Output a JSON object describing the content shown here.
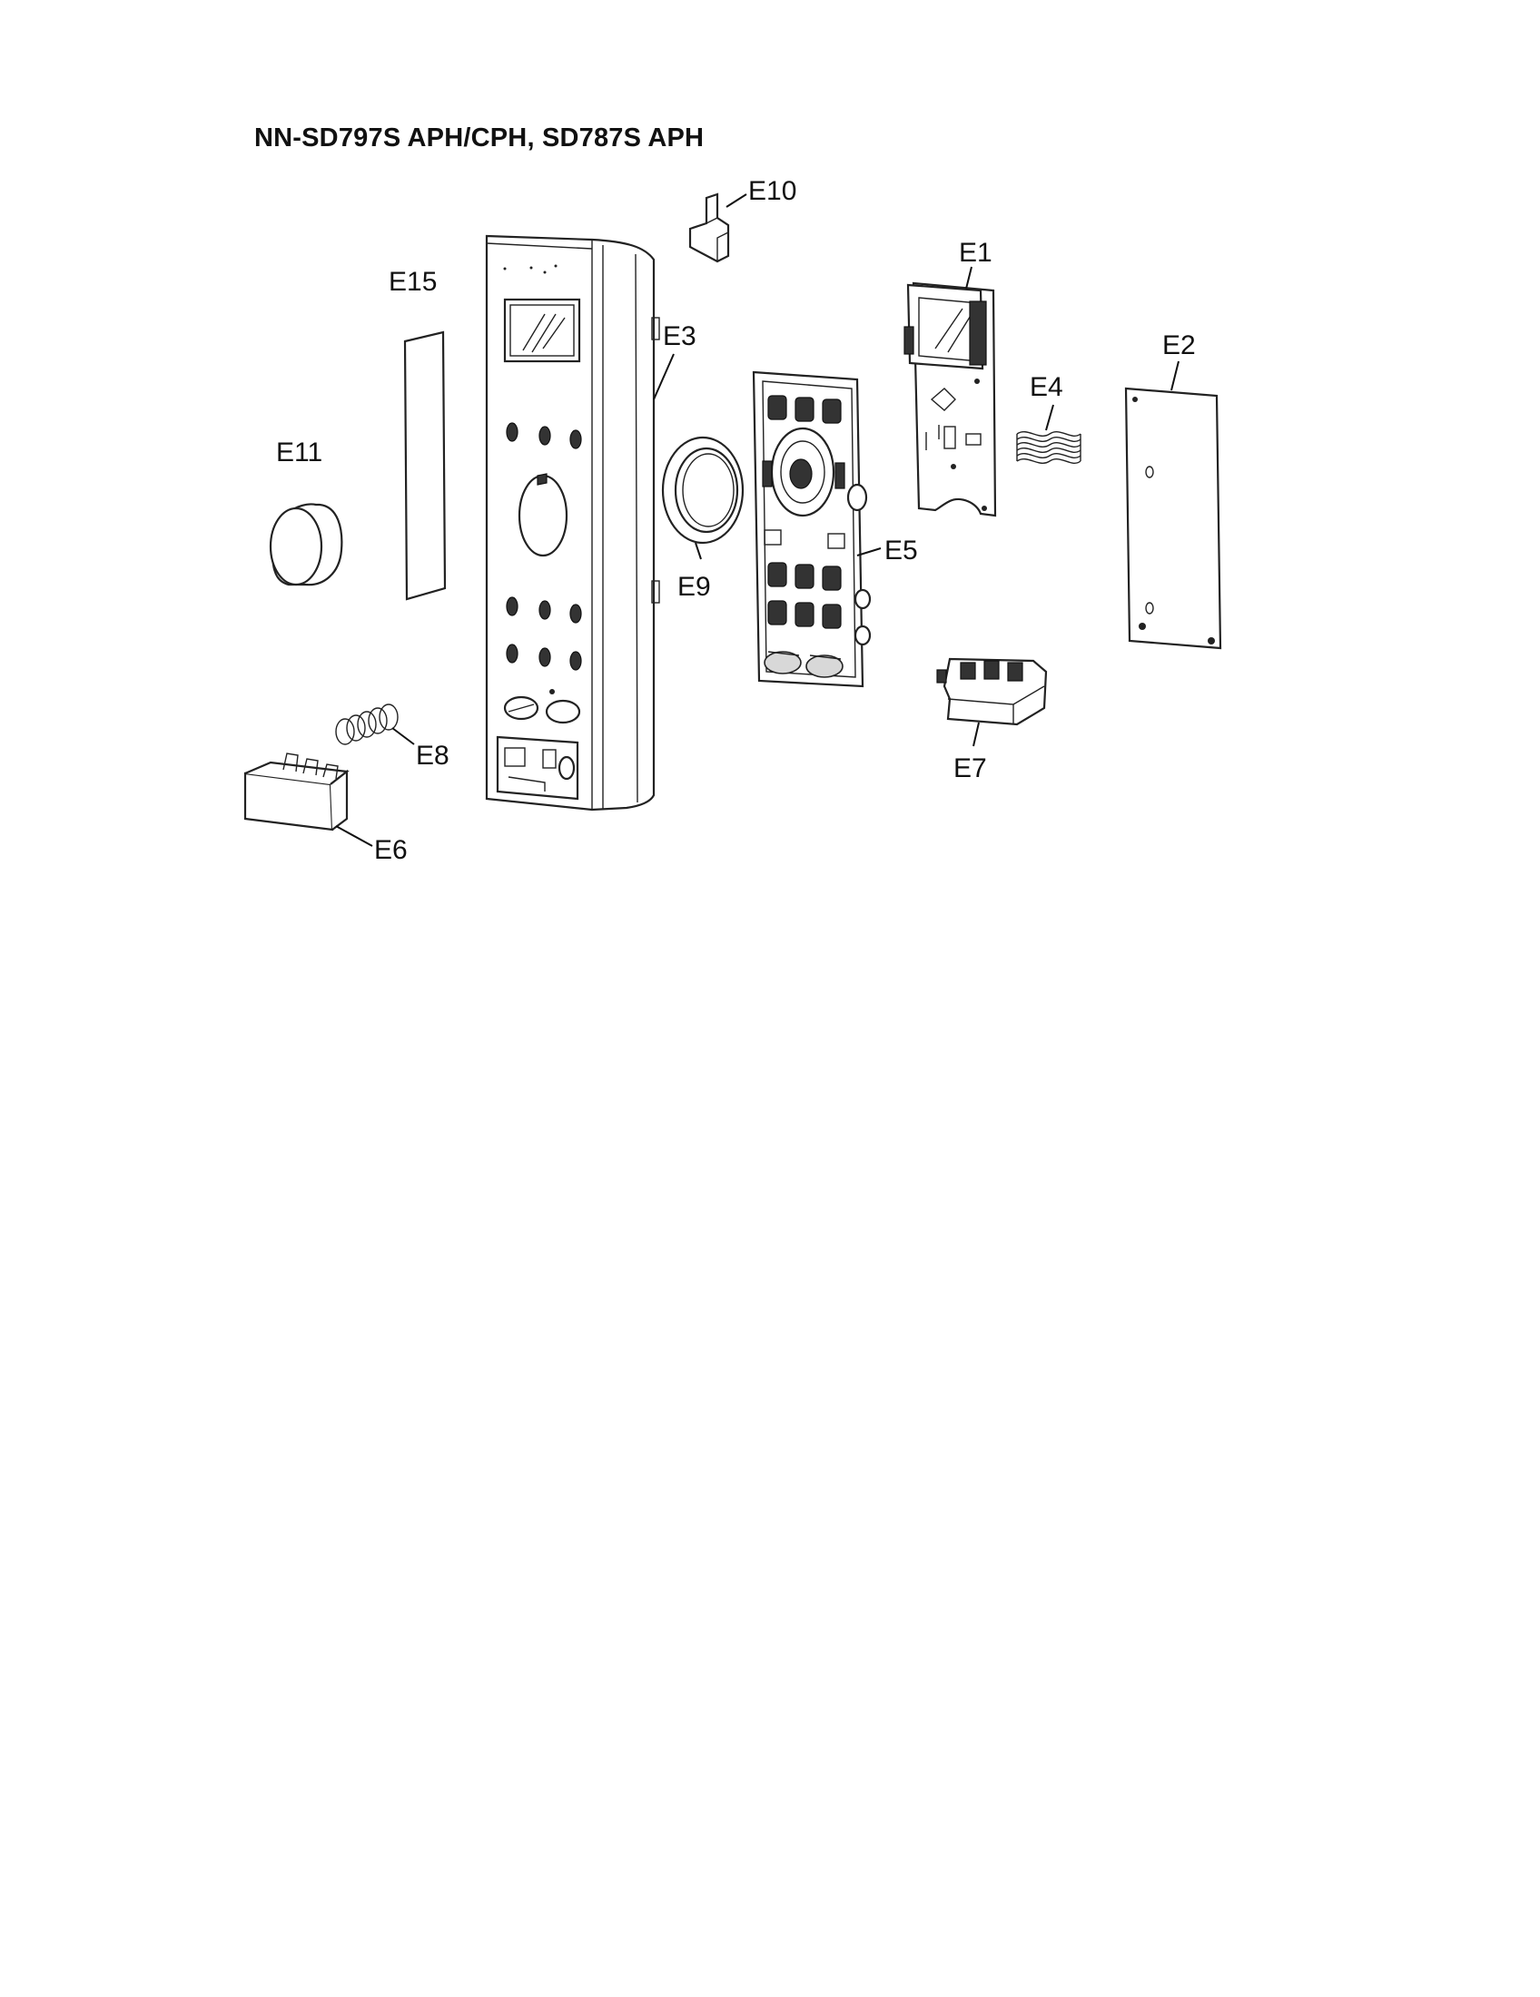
{
  "title": "NN-SD797S APH/CPH, SD787S APH",
  "labels": {
    "e1": "E1",
    "e2": "E2",
    "e3": "E3",
    "e4": "E4",
    "e5": "E5",
    "e6": "E6",
    "e7": "E7",
    "e8": "E8",
    "e9": "E9",
    "e10": "E10",
    "e11": "E11",
    "e15": "E15"
  }
}
